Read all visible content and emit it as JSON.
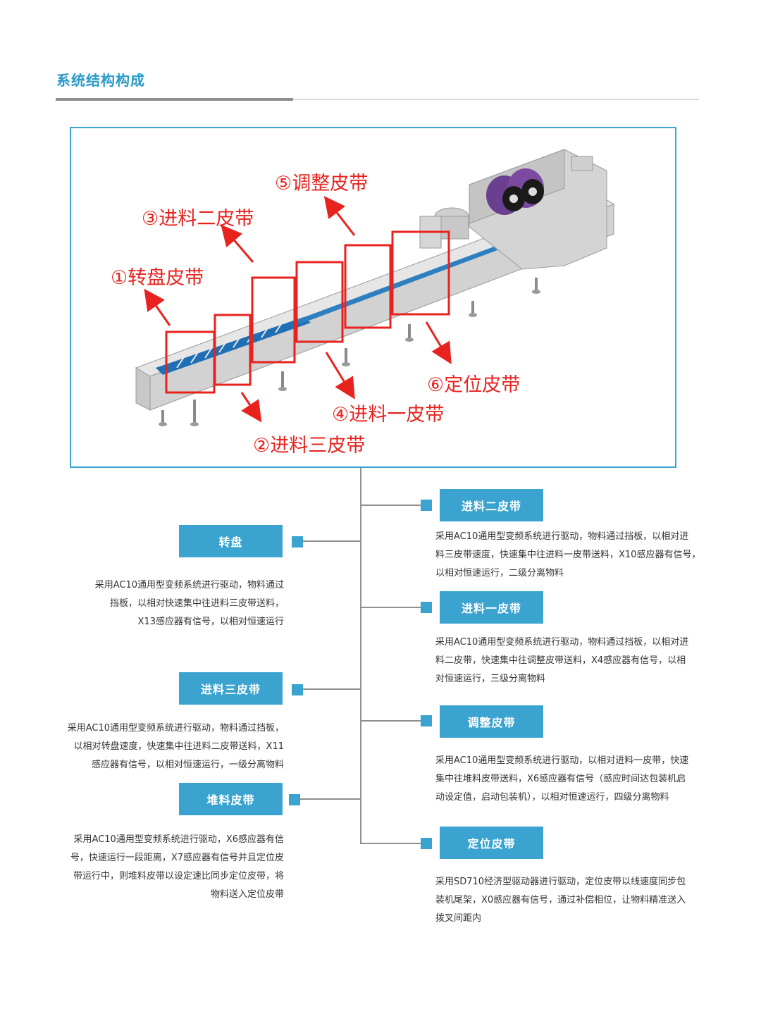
{
  "page": {
    "title": "系统结构构成"
  },
  "diagram": {
    "callouts": [
      {
        "id": "c1",
        "label": "①转盘皮带"
      },
      {
        "id": "c2",
        "label": "②进料三皮带"
      },
      {
        "id": "c3",
        "label": "③进料二皮带"
      },
      {
        "id": "c4",
        "label": "④进料一皮带"
      },
      {
        "id": "c5",
        "label": "⑤调整皮带"
      },
      {
        "id": "c6",
        "label": "⑥定位皮带"
      }
    ],
    "colors": {
      "callout": "#e8231f",
      "frame": "#3aa3cf",
      "belt": "#1f6fb5",
      "machine": "#bdbdbd"
    }
  },
  "tree": {
    "accent": "#3aa3cf",
    "line": "#8f8f8f",
    "left": [
      {
        "name": "转盘",
        "lines": [
          "采用AC10通用型变频系统进行驱动，物料通过",
          "挡板，以相对快速集中往进料三皮带送料，",
          "X13感应器有信号，以相对恒速运行"
        ]
      },
      {
        "name": "进料三皮带",
        "lines": [
          "采用AC10通用型变频系统进行驱动，物料通过挡板，",
          "以相对转盘速度，快速集中往进料二皮带送料，X11",
          "感应器有信号，以相对恒速运行，一级分离物料"
        ]
      },
      {
        "name": "堆料皮带",
        "lines": [
          "采用AC10通用型变频系统进行驱动，X6感应器有信",
          "号，快速运行一段距离，X7感应器有信号并且定位皮",
          "带运行中，则堆料皮带以设定速比同步定位皮带，将",
          "物料送入定位皮带"
        ]
      }
    ],
    "right": [
      {
        "name": "进料二皮带",
        "lines": [
          "采用AC10通用型变频系统进行驱动，物料通过挡板，以相对进",
          "料三皮带速度，快速集中往进料一皮带送料，X10感应器有信号，",
          "以相对恒速运行，二级分离物料"
        ]
      },
      {
        "name": "进料一皮带",
        "lines": [
          "采用AC10通用型变频系统进行驱动，物料通过挡板，以相对进",
          "料二皮带，快速集中往调整皮带送料，X4感应器有信号，以相",
          "对恒速运行，三级分离物料"
        ]
      },
      {
        "name": "调整皮带",
        "lines": [
          "采用AC10通用型变频系统进行驱动，以相对进料一皮带，快速",
          "集中往堆料皮带送料，X6感应器有信号（感应时间达包装机启",
          "动设定值，启动包装机），以相对恒速运行，四级分离物料"
        ]
      },
      {
        "name": "定位皮带",
        "lines": [
          "采用SD710经济型驱动器进行驱动，定位皮带以线速度同步包",
          "装机尾架，X0感应器有信号，通过补偿相位，让物料精准送入",
          "拨叉间距内"
        ]
      }
    ]
  }
}
